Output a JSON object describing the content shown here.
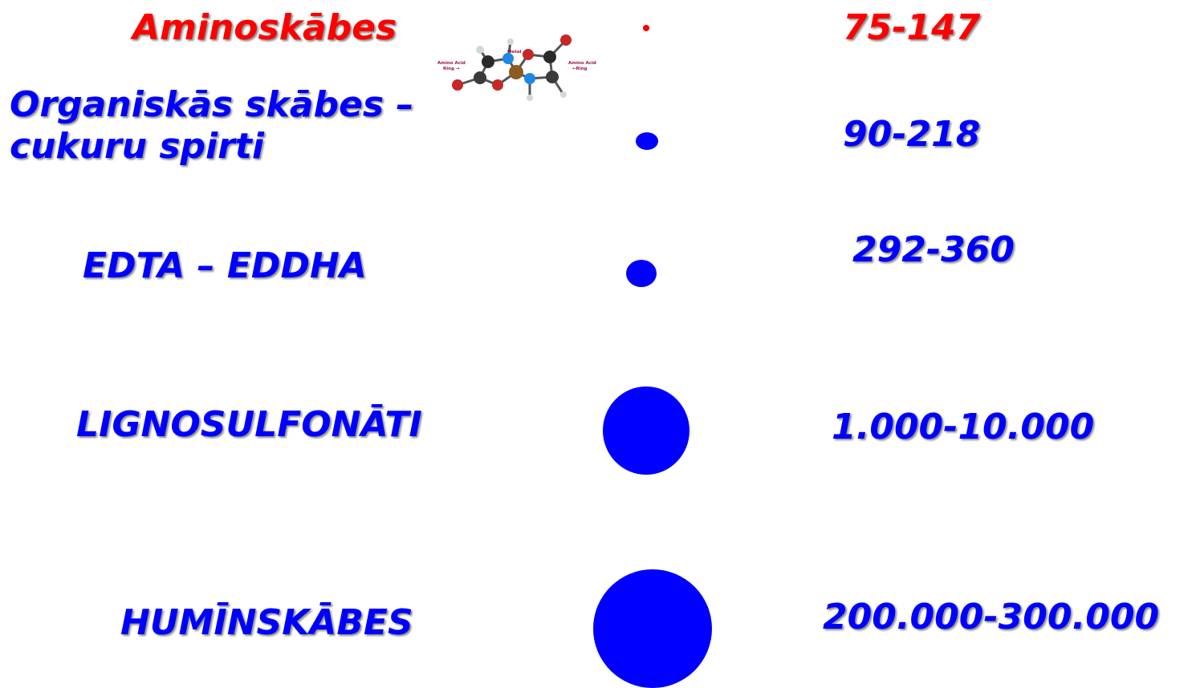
{
  "colors": {
    "red": "#ff0000",
    "blue": "#0000ff",
    "background": "#ffffff"
  },
  "rows": [
    {
      "label": "Aminoskābes",
      "value": "75-147",
      "color": "#ff0000"
    },
    {
      "label_line1": "Organiskās skābes –",
      "label_line2": "cukuru spirti",
      "value": "90-218",
      "color": "#0000ff"
    },
    {
      "label": "EDTA – EDDHA",
      "value": "292-360",
      "color": "#0000ff"
    },
    {
      "label": "LIGNOSULFONĀTI",
      "value": "1.000-10.000",
      "color": "#0000ff"
    },
    {
      "label": "HUMĪNSKĀBES",
      "value": "200.000-300.000",
      "color": "#0000ff"
    }
  ],
  "molecule": {
    "icon": "amino-acid-chelate-molecule-icon",
    "left_label_1": "Amino Acid",
    "left_label_2": "Ring →",
    "center_label": "Metal",
    "right_label_1": "Amino Acid",
    "right_label_2": "←Ring"
  }
}
